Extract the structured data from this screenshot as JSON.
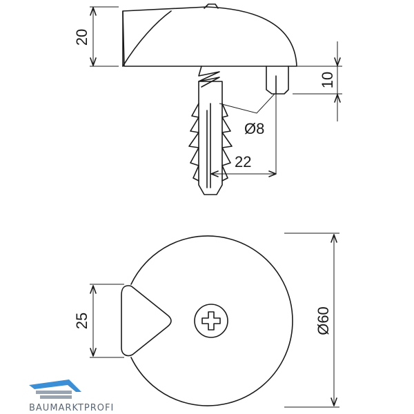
{
  "dimensions": {
    "height_total": "20",
    "pin_height": "10",
    "pin_diameter": "Ø8",
    "pin_offset": "22",
    "wedge_width": "25",
    "outer_diameter": "Ø60"
  },
  "brand": {
    "name": "BAUMARKTPROFI",
    "colors": {
      "primary": "#5a6675",
      "accent": "#3a8fd6"
    }
  },
  "line_color": "#1a1a1a"
}
